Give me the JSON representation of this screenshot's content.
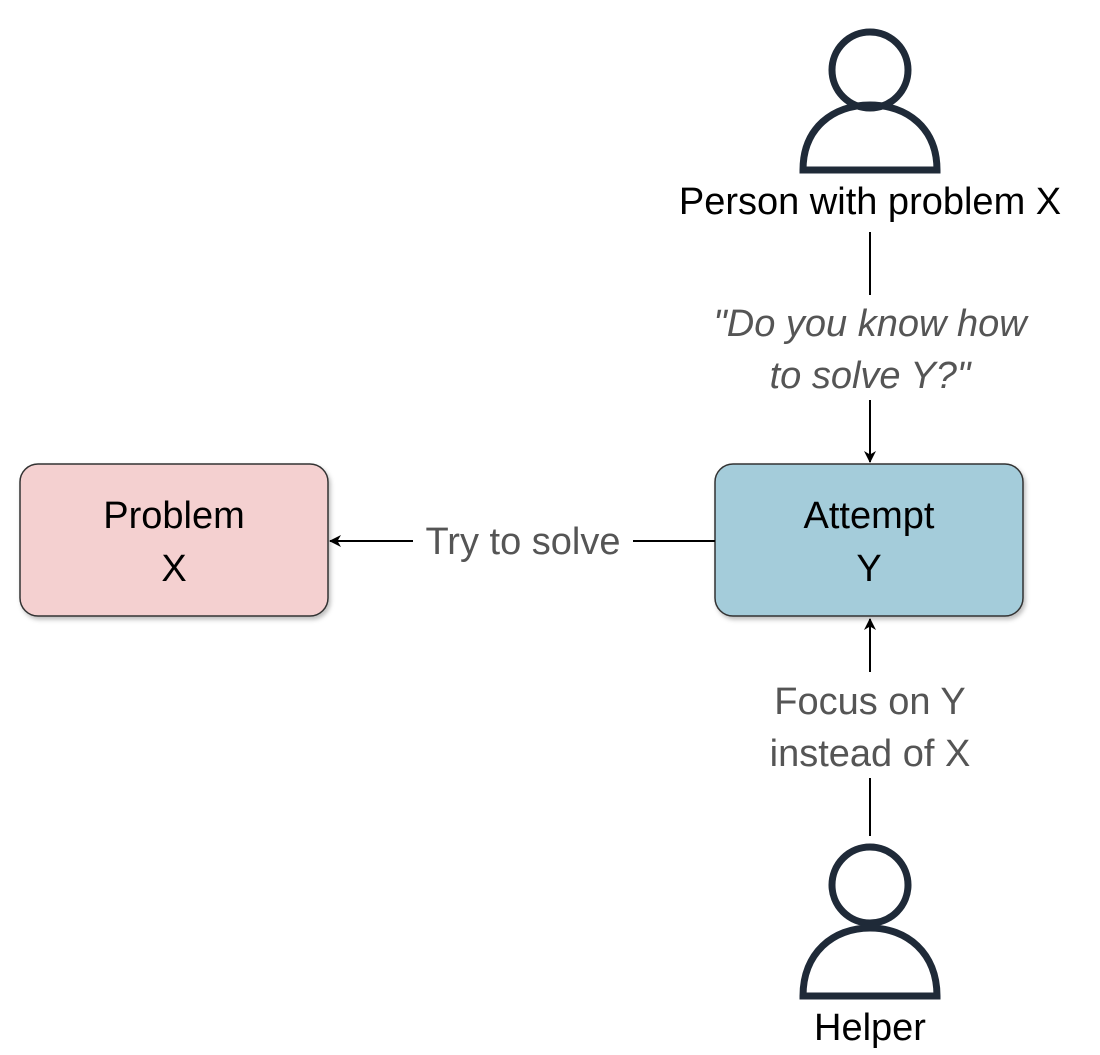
{
  "actors": {
    "person": {
      "label": "Person with problem X",
      "icon": "person-icon"
    },
    "helper": {
      "label": "Helper",
      "icon": "person-icon"
    }
  },
  "boxes": {
    "problem": {
      "line1": "Problem",
      "line2": "X",
      "fill": "#F4D0D0"
    },
    "attempt": {
      "line1": "Attempt",
      "line2": "Y",
      "fill": "#A4CCDA"
    }
  },
  "edges": {
    "question": {
      "line1": "\"Do you know how",
      "line2": "to solve Y?\""
    },
    "try": {
      "label": "Try to solve"
    },
    "focus": {
      "line1": "Focus on Y",
      "line2": "instead of X"
    }
  },
  "colors": {
    "icon_stroke": "#1F2A38",
    "box_stroke": "#333333",
    "edge_stroke": "#000000",
    "edge_label": "#555555"
  }
}
